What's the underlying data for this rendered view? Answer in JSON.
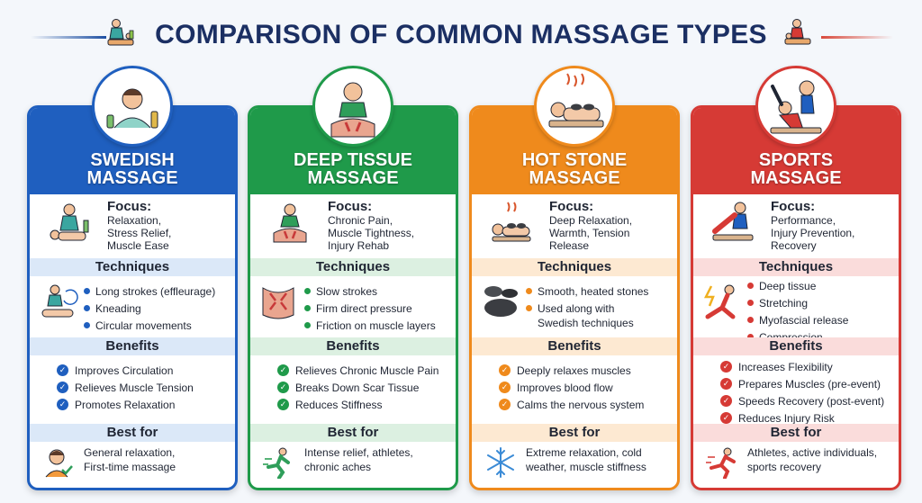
{
  "title": "COMPARISON OF COMMON MASSAGE TYPES",
  "section_labels": {
    "focus": "Focus:",
    "techniques": "Techniques",
    "benefits": "Benefits",
    "best_for": "Best for"
  },
  "colors": {
    "swedish": "#1f5fbf",
    "deep_tissue": "#1f9a4a",
    "hot_stone": "#ef8a1c",
    "sports": "#d63a35",
    "title": "#1b2f63"
  },
  "cards": [
    {
      "title_line1": "SWEDISH",
      "title_line2": "MASSAGE",
      "focus": [
        "Relaxation,",
        "Stress Relief,",
        "Muscle Ease"
      ],
      "techniques": [
        [
          "Long strokes (effleurage)"
        ],
        [
          "Kneading"
        ],
        [
          "Circular movements"
        ]
      ],
      "benefits": [
        "Improves Circulation",
        "Relieves Muscle Tension",
        "Promotes Relaxation"
      ],
      "best_for": [
        "General relaxation,",
        "First-time massage"
      ],
      "icons": {
        "badge": "woman-meditating-spa-icon",
        "focus": "therapist-relaxing-massage-icon",
        "techniques": "back-massage-icon",
        "best_for": "relaxed-person-icon"
      }
    },
    {
      "title_line1": "DEEP TISSUE",
      "title_line2": "MASSAGE",
      "focus": [
        "Chronic Pain,",
        "Muscle Tightness,",
        "Injury Rehab"
      ],
      "techniques": [
        [
          "Slow strokes"
        ],
        [
          "Firm direct pressure"
        ],
        [
          "Friction on muscle layers"
        ]
      ],
      "benefits": [
        "Relieves Chronic Muscle Pain",
        "Breaks Down Scar Tissue",
        "Reduces Stiffness"
      ],
      "best_for": [
        "Intense relief, athletes,",
        "chronic aches"
      ],
      "icons": {
        "badge": "therapist-deep-pressure-icon",
        "focus": "deep-tissue-hands-icon",
        "techniques": "muscle-layers-pressure-icon",
        "best_for": "runner-icon"
      }
    },
    {
      "title_line1": "HOT STONE",
      "title_line2": "MASSAGE",
      "focus": [
        "Deep Relaxation,",
        "Warmth, Tension",
        "Release"
      ],
      "techniques": [
        [
          "Smooth, heated stones"
        ],
        [
          "Used along with",
          "Swedish techniques"
        ]
      ],
      "benefits": [
        "Deeply relaxes muscles",
        "Improves blood flow",
        "Calms the nervous system"
      ],
      "best_for": [
        "Extreme relaxation, cold",
        "weather, muscle stiffness"
      ],
      "icons": {
        "badge": "hot-stones-back-icon",
        "focus": "heated-stones-relaxing-icon",
        "techniques": "stones-stack-icon",
        "best_for": "snowflake-icon"
      }
    },
    {
      "title_line1": "SPORTS",
      "title_line2": "MASSAGE",
      "focus": [
        "Performance,",
        "Injury Prevention,",
        "Recovery"
      ],
      "techniques": [
        [
          "Deep tissue"
        ],
        [
          "Stretching"
        ],
        [
          "Myofascial release"
        ],
        [
          "Compression"
        ]
      ],
      "benefits": [
        "Increases Flexibility",
        "Prepares Muscles (pre-event)",
        "Speeds Recovery (post-event)",
        "Reduces Injury Risk"
      ],
      "best_for": [
        "Athletes, active individuals,",
        "sports recovery"
      ],
      "icons": {
        "badge": "assisted-stretch-icon",
        "focus": "leg-stretch-icon",
        "techniques": "athlete-stretch-lightning-icon",
        "best_for": "sprinter-icon"
      }
    }
  ]
}
